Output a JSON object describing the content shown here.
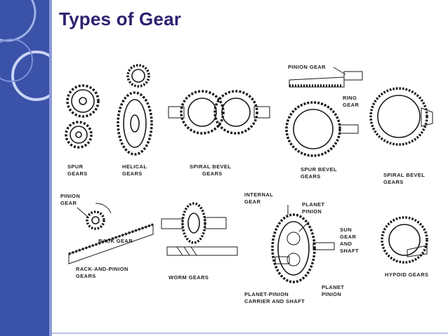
{
  "slide": {
    "title": "Types of Gear",
    "colors": {
      "sidebar": "#3a52a8",
      "title": "#2e2170"
    }
  },
  "diagram": {
    "labels": {
      "spur": [
        "SPUR",
        "GEARS"
      ],
      "helical": [
        "HELICAL",
        "GEARS"
      ],
      "spiral_bevel_center": [
        "SPIRAL BEVEL",
        "GEARS"
      ],
      "pinion_gear_top": "PINION GEAR",
      "ring_gear": [
        "RING",
        "GEAR"
      ],
      "spur_bevel": [
        "SPUR BEVEL",
        "GEARS"
      ],
      "spiral_bevel_right": [
        "SPIRAL BEVEL",
        "GEARS"
      ],
      "pinion_gear_left": [
        "PINION",
        "GEAR"
      ],
      "rack_gear": "RACK GEAR",
      "rack_and_pinion": [
        "RACK-AND-PINION",
        "GEARS"
      ],
      "worm": "WORM GEARS",
      "internal_gear": [
        "INTERNAL",
        "GEAR"
      ],
      "planet_pinion": [
        "PLANET",
        "PINION"
      ],
      "sun_gear": [
        "SUN",
        "GEAR",
        "AND",
        "SHAFT"
      ],
      "planet_pinion_lower": [
        "PLANET",
        "PINION"
      ],
      "planet_carrier": [
        "PLANET-PINION",
        "CARRIER AND SHAFT"
      ],
      "hypoid": "HYPOID GEARS"
    }
  }
}
